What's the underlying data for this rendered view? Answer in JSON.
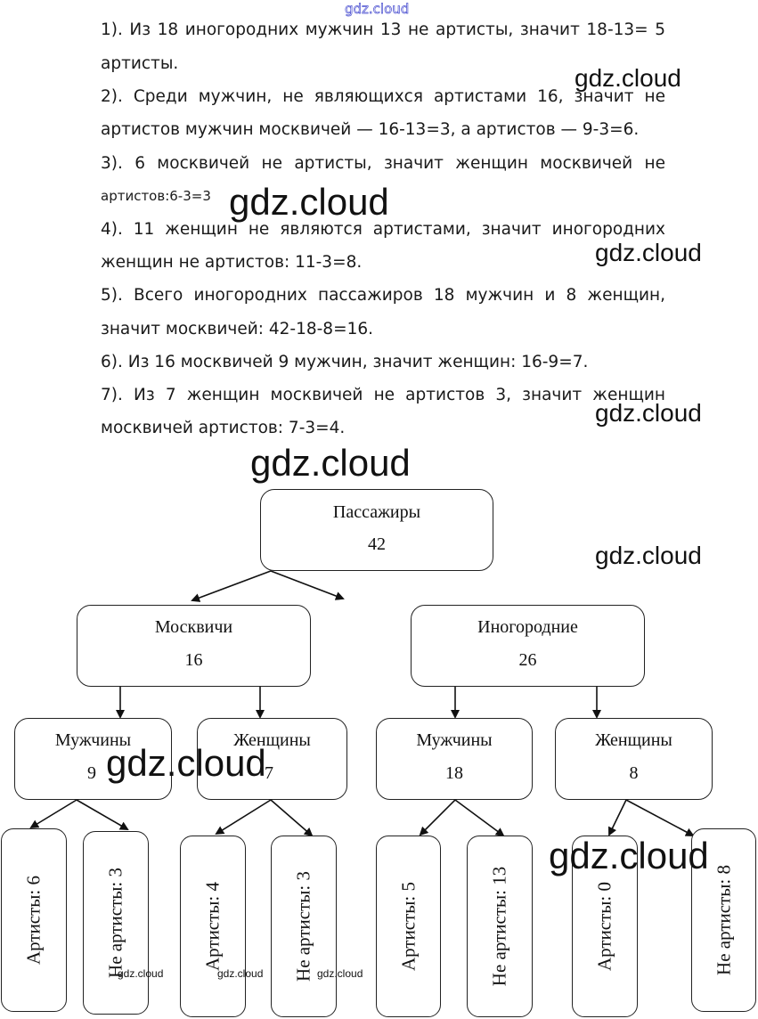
{
  "watermark": "gdz.cloud",
  "solution_steps": [
    {
      "line1": "1). Из 18 иногородних мужчин 13 не артисты, значит 18-13= 5",
      "line2": "артисты."
    },
    {
      "line1": "2). Среди мужчин, не являющихся артистами 16, значит не",
      "line2": "артистов мужчин москвичей — 16-13=3, а артистов — 9-3=6."
    },
    {
      "line1": "3). 6 москвичей не артисты, значит женщин москвичей не",
      "line2": "артистов:6-3=3"
    },
    {
      "line1": "4). 11 женщин не являются артистами, значит иногородних",
      "line2": "женщин не артистов: 11-3=8."
    },
    {
      "line1": "5). Всего иногородних пассажиров 18 мужчин и 8 женщин,",
      "line2": "значит москвичей: 42-18-8=16."
    },
    {
      "line1": "6). Из 16 москвичей 9 мужчин, значит женщин: 16-9=7."
    },
    {
      "line1": "7). Из 7 женщин москвичей не артистов 3, значит женщин",
      "line2": "москвичей артистов: 7-3=4."
    }
  ],
  "tree": {
    "root": {
      "label": "Пассажиры",
      "value": "42"
    },
    "level1": [
      {
        "label": "Москвичи",
        "value": "16"
      },
      {
        "label": "Иногородние",
        "value": "26"
      }
    ],
    "level2": [
      {
        "label": "Мужчины",
        "value": "9"
      },
      {
        "label": "Женщины",
        "value": "7"
      },
      {
        "label": "Мужчины",
        "value": "18"
      },
      {
        "label": "Женщины",
        "value": "8"
      }
    ],
    "leaves": [
      "Артисты:  6",
      "Не артисты: 3",
      "Артисты: 4",
      "Не артисты: 3",
      "Артисты: 5",
      "Не артисты: 13",
      "Артисты: 0",
      "Не артисты: 8"
    ]
  }
}
